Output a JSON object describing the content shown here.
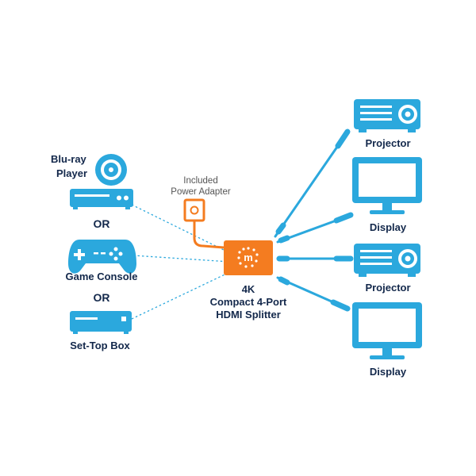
{
  "colors": {
    "blue": "#2ba8dd",
    "orange": "#f47c20",
    "navy": "#13284b",
    "gray": "#555555"
  },
  "sources": {
    "bluray": {
      "label_line1": "Blu-ray",
      "label_line2": "Player",
      "icon": "bluray-disc-player-icon"
    },
    "or_1": "OR",
    "console": {
      "label": "Game Console",
      "icon": "gamepad-icon"
    },
    "or_2": "OR",
    "settop": {
      "label": "Set-Top Box",
      "icon": "set-top-box-icon"
    }
  },
  "power": {
    "label_line1": "Included",
    "label_line2": "Power Adapter",
    "icon": "power-adapter-icon"
  },
  "splitter": {
    "logo_letter": "m",
    "label_line1": "4K",
    "label_line2": "Compact 4-Port",
    "label_line3": "HDMI Splitter",
    "icon": "hdmi-splitter-icon"
  },
  "outputs": [
    {
      "label": "Projector",
      "icon": "projector-icon"
    },
    {
      "label": "Display",
      "icon": "monitor-icon"
    },
    {
      "label": "Projector",
      "icon": "projector-icon"
    },
    {
      "label": "Display",
      "icon": "monitor-icon"
    }
  ]
}
